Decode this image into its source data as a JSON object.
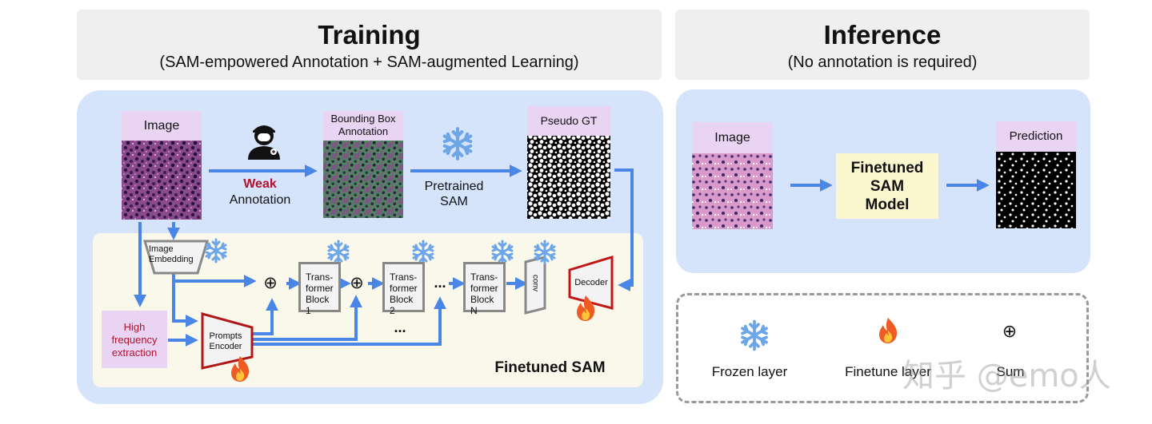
{
  "training": {
    "title": "Training",
    "subtitle": "(SAM-empowered Annotation + SAM-augmented Learning)",
    "image_label": "Image",
    "weak_label": "Weak",
    "annotation_label": "Annotation",
    "bbox_label_1": "Bounding Box",
    "bbox_label_2": "Annotation",
    "pretrained_1": "Pretrained",
    "pretrained_2": "SAM",
    "pseudo_gt_label": "Pseudo GT",
    "image_embedding_1": "Image",
    "image_embedding_2": "Embedding",
    "high_freq": [
      "High",
      "frequency",
      "extraction"
    ],
    "prompts_encoder": [
      "Prompts",
      "Encoder"
    ],
    "block1": [
      "Trans-",
      "former",
      "Block 1"
    ],
    "block2": [
      "Trans-",
      "former",
      "Block 2"
    ],
    "blockN": [
      "Trans-",
      "former",
      "Block N"
    ],
    "ellipsis": "...",
    "conv_label": "conv",
    "decoder_label": "Decoder",
    "finetuned_sam_label": "Finetuned SAM",
    "plus_symbol": "⊕"
  },
  "inference": {
    "title": "Inference",
    "subtitle": "(No annotation is required)",
    "image_label": "Image",
    "model_label": [
      "Finetuned",
      "SAM",
      "Model"
    ],
    "prediction_label": "Prediction"
  },
  "legend": {
    "frozen": "Frozen layer",
    "finetune": "Finetune layer",
    "sum": "Sum",
    "sum_symbol": "⊕"
  },
  "watermark": "知乎 @emo人",
  "colors": {
    "arrow": "#4a86e8",
    "weak": "#b0122b",
    "high_freq_text": "#b0122b",
    "frozen_icon": "#6ca6e8",
    "fire": "#f05a24",
    "decoder_border": "#c01818"
  }
}
